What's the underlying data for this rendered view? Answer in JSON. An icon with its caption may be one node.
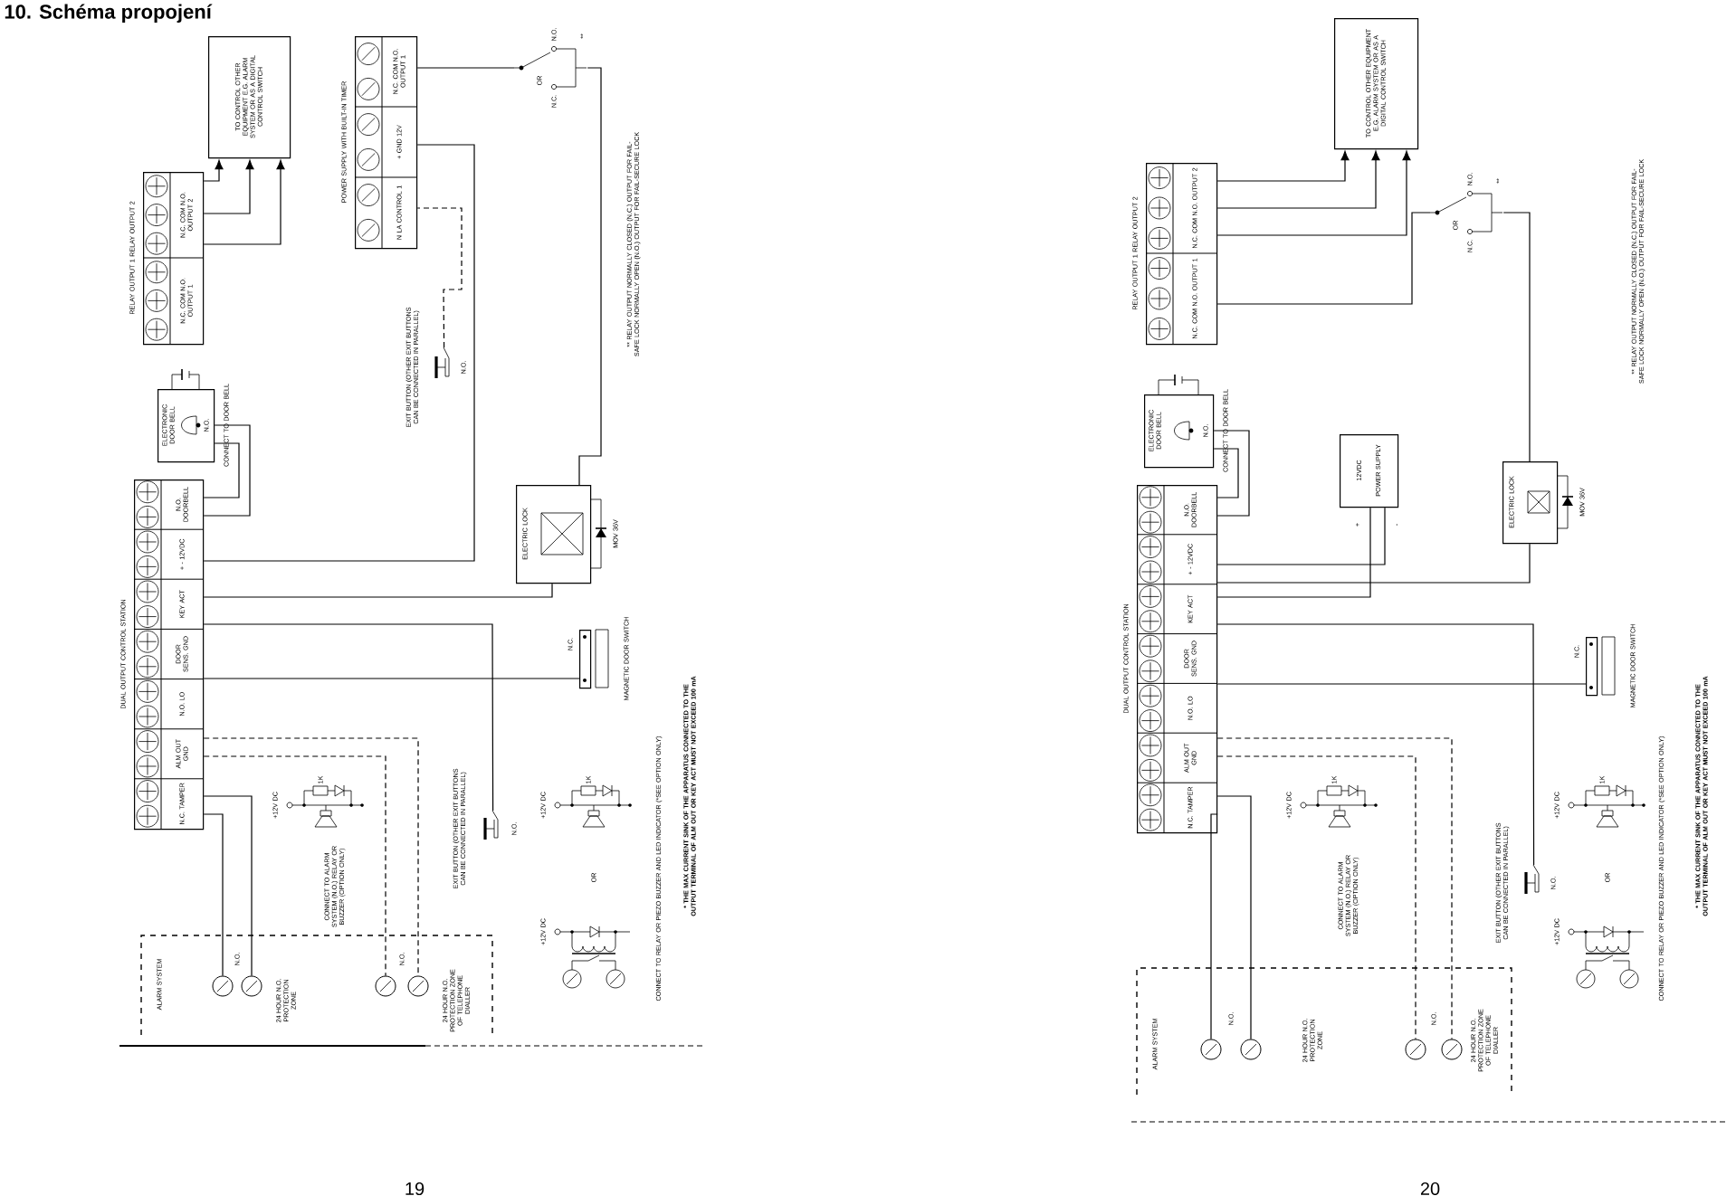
{
  "diagram": {
    "title": "10. Schéma propojení",
    "nodes": [
      {
        "text": [
          "DUAL OUTPUT CONTROL STATION",
          "N.C. TAMPER",
          "ALM OUT GND",
          "N.O. LO",
          "DOOR SENS. GND",
          "KEY ACT",
          "+ - 12VDC",
          "N.O. DOORBELL"
        ]
      },
      {
        "text": [
          "RELAY OUTPUT 1 RELAY OUTPUT 2",
          "N.C. COM N.O. OUTPUT 1",
          "N.C. COM N.O. OUTPUT 2"
        ]
      },
      {
        "text": [
          "TO CONTROL OTHER EQUIPMENT E.G. ALARM SYSTEM OR AS A DIGITAL CONTROL SWITCH"
        ]
      },
      {
        "text": [
          "ELECTRONIC DOOR BELL",
          "N.O."
        ],
        "beside": [
          "CONNECT TO DOOR BELL"
        ]
      },
      {
        "text": [
          "POWER SUPPLY WITH BUILT-IN TIMER",
          "N LA CONTROL 1",
          "+ GND 12V",
          "N.C. COM N.O. OUTPUT 1"
        ]
      },
      {
        "text": [
          "N.C.",
          "OR",
          "N.O.",
          "**"
        ]
      },
      {
        "text": [
          "N.O.",
          "EXIT BUTTON (OTHER EXIT BUTTONS CAN BE CONNECTED IN PARALLEL)"
        ]
      },
      {
        "text": [
          "ELECTRIC LOCK"
        ],
        "beside": [
          "MOV 36V"
        ]
      },
      {
        "text": [
          "N.C."
        ],
        "beside": [
          "MAGNETIC DOOR SWITCH"
        ]
      },
      {
        "text": [
          "ALARM SYSTEM"
        ]
      },
      {
        "text": [],
        "shape": "circle",
        "in": 9
      },
      {
        "text": [],
        "shape": "circle",
        "in": 9
      },
      {
        "text": [],
        "shape": "circle",
        "in": 9
      },
      {
        "text": [],
        "shape": "circle",
        "in": 9
      },
      {
        "text": [
          "N.O.",
          "EXIT BUTTON (OTHER EXIT BUTTONS CAN BE CONNECTED IN PARALLEL)"
        ]
      },
      {
        "text": [
          "DUAL OUTPUT CONTROL STATION",
          "N.C. TAMPER",
          "ALM OUT GND",
          "N.O. LO",
          "DOOR SENS. GND",
          "KEY ACT",
          "+ - 12VDC",
          "N.O. DOORBELL"
        ]
      },
      {
        "text": [
          "RELAY OUTPUT 1 RELAY OUTPUT 2",
          "N.C. COM N.O. OUTPUT 1",
          "N.C. COM N.O. OUTPUT 2"
        ]
      },
      {
        "text": [
          "TO CONTROL OTHER EQUIPMENT E.G. ALARM SYSTEM OR AS A DIGITAL CONTROL SWITCH"
        ]
      },
      {
        "text": [
          "ELECTRONIC DOOR BELL",
          "N.O."
        ],
        "beside": [
          "CONNECT TO DOOR BELL"
        ]
      },
      {
        "text": [
          "12VDC",
          "POWER SUPPLY"
        ]
      },
      {
        "text": [
          "N.C.",
          "OR",
          "N.O.",
          "**"
        ]
      },
      {
        "text": [
          "ELECTRIC LOCK"
        ],
        "beside": [
          "MOV 36V"
        ]
      },
      {
        "text": [
          "N.C."
        ],
        "beside": [
          "MAGNETIC DOOR SWITCH"
        ]
      },
      {
        "text": [
          "ALARM SYSTEM"
        ]
      },
      {
        "text": [],
        "shape": "circle",
        "in": 23
      },
      {
        "text": [],
        "shape": "circle",
        "in": 23
      },
      {
        "text": [],
        "shape": "circle",
        "in": 23
      },
      {
        "text": [],
        "shape": "circle",
        "in": 23
      },
      {
        "text": [
          "N.O.",
          "EXIT BUTTON (OTHER EXIT BUTTONS CAN BE CONNECTED IN PARALLEL)"
        ]
      }
    ],
    "edges": [
      {
        "from": 1,
        "to": 2,
        "arrow": "to"
      },
      {
        "from": 1,
        "to": 2,
        "arrow": "to"
      },
      {
        "from": 1,
        "to": 2,
        "arrow": "to"
      },
      {
        "from": 0,
        "to": 3,
        "arrow": "none"
      },
      {
        "from": 0,
        "to": 3,
        "arrow": "none"
      },
      {
        "from": 0,
        "to": 7,
        "arrow": "none"
      },
      {
        "from": 0,
        "to": 4,
        "arrow": "none"
      },
      {
        "from": 4,
        "to": 5,
        "arrow": "none"
      },
      {
        "from": 5,
        "to": 7,
        "arrow": "none"
      },
      {
        "from": 6,
        "to": 4,
        "arrow": "none",
        "style": "dashed"
      },
      {
        "from": 0,
        "to": 8,
        "arrow": "none"
      },
      {
        "from": 0,
        "to": 10,
        "arrow": "none"
      },
      {
        "from": 0,
        "to": 11,
        "arrow": "none"
      },
      {
        "from": 0,
        "to": 12,
        "arrow": "none",
        "style": "dashed"
      },
      {
        "from": 0,
        "to": 13,
        "arrow": "none",
        "style": "dashed"
      },
      {
        "from": 0,
        "to": 14,
        "arrow": "none"
      },
      {
        "from": 16,
        "to": 17,
        "arrow": "to"
      },
      {
        "from": 16,
        "to": 17,
        "arrow": "to"
      },
      {
        "from": 16,
        "to": 17,
        "arrow": "to"
      },
      {
        "from": 15,
        "to": 18,
        "arrow": "none"
      },
      {
        "from": 15,
        "to": 18,
        "arrow": "none"
      },
      {
        "from": 15,
        "to": 19,
        "arrow": "none"
      },
      {
        "from": 15,
        "to": 19,
        "arrow": "none"
      },
      {
        "from": 16,
        "to": 20,
        "arrow": "none"
      },
      {
        "from": 20,
        "to": 21,
        "arrow": "none"
      },
      {
        "from": 15,
        "to": 21,
        "arrow": "none"
      },
      {
        "from": 15,
        "to": 22,
        "arrow": "none"
      },
      {
        "from": 15,
        "to": 24,
        "arrow": "none"
      },
      {
        "from": 15,
        "to": 25,
        "arrow": "none"
      },
      {
        "from": 15,
        "to": 26,
        "arrow": "none",
        "style": "dashed"
      },
      {
        "from": 15,
        "to": 27,
        "arrow": "none",
        "style": "dashed"
      },
      {
        "from": 15,
        "to": 28,
        "arrow": "none"
      }
    ],
    "labels": [
      "19",
      "+12V DC",
      "1K",
      "CONNECT TO ALARM SYSTEM (N.O.) RELAY OR BUZZER (OPTION ONLY)",
      "N.O.",
      "N.O.",
      "24 HOUR N.O. PROTECTION ZONE",
      "24 HOUR N.O. PROTECTION ZONE OF TELEPHONE DIALLER",
      "+12V DC",
      "1K",
      "OR",
      "+12V DC",
      "CONNECT TO RELAY OR PIEZO BUZZER AND LED INDICATOR (*SEE OPTION ONLY)",
      "* THE MAX CURRENT SINK OF THE APPARATUS CONNECTED TO THE OUTPUT TERMINAL OF ALM OUT OR KEY ACT MUST NOT EXCEED 100 mA",
      "** RELAY OUTPUT NORMALLY CLOSED (N.C.) OUTPUT FOR FAIL-SAFE LOCK NORMALLY OPEN (N.O.) OUTPUT FOR FAIL-SECURE LOCK",
      "20",
      "+",
      "-",
      "+12V DC",
      "1K",
      "CONNECT TO ALARM SYSTEM (N.O.) RELAY OR BUZZER (OPTION ONLY)",
      "N.O.",
      "N.O.",
      "24 HOUR N.O. PROTECTION ZONE",
      "24 HOUR N.O. PROTECTION ZONE OF TELEPHONE DIALLER",
      "+12V DC",
      "1K",
      "OR",
      "+12V DC",
      "CONNECT TO RELAY OR PIEZO BUZZER AND LED INDICATOR (*SEE OPTION ONLY)",
      "* THE MAX CURRENT SINK OF THE APPARATUS CONNECTED TO THE OUTPUT TERMINAL OF ALM OUT OR KEY ACT MUST NOT EXCEED 100 mA",
      "** RELAY OUTPUT NORMALLY CLOSED (N.C.) OUTPUT FOR FAIL-SAFE LOCK NORMALLY OPEN (N.O.) OUTPUT FOR FAIL-SECURE LOCK"
    ]
  }
}
